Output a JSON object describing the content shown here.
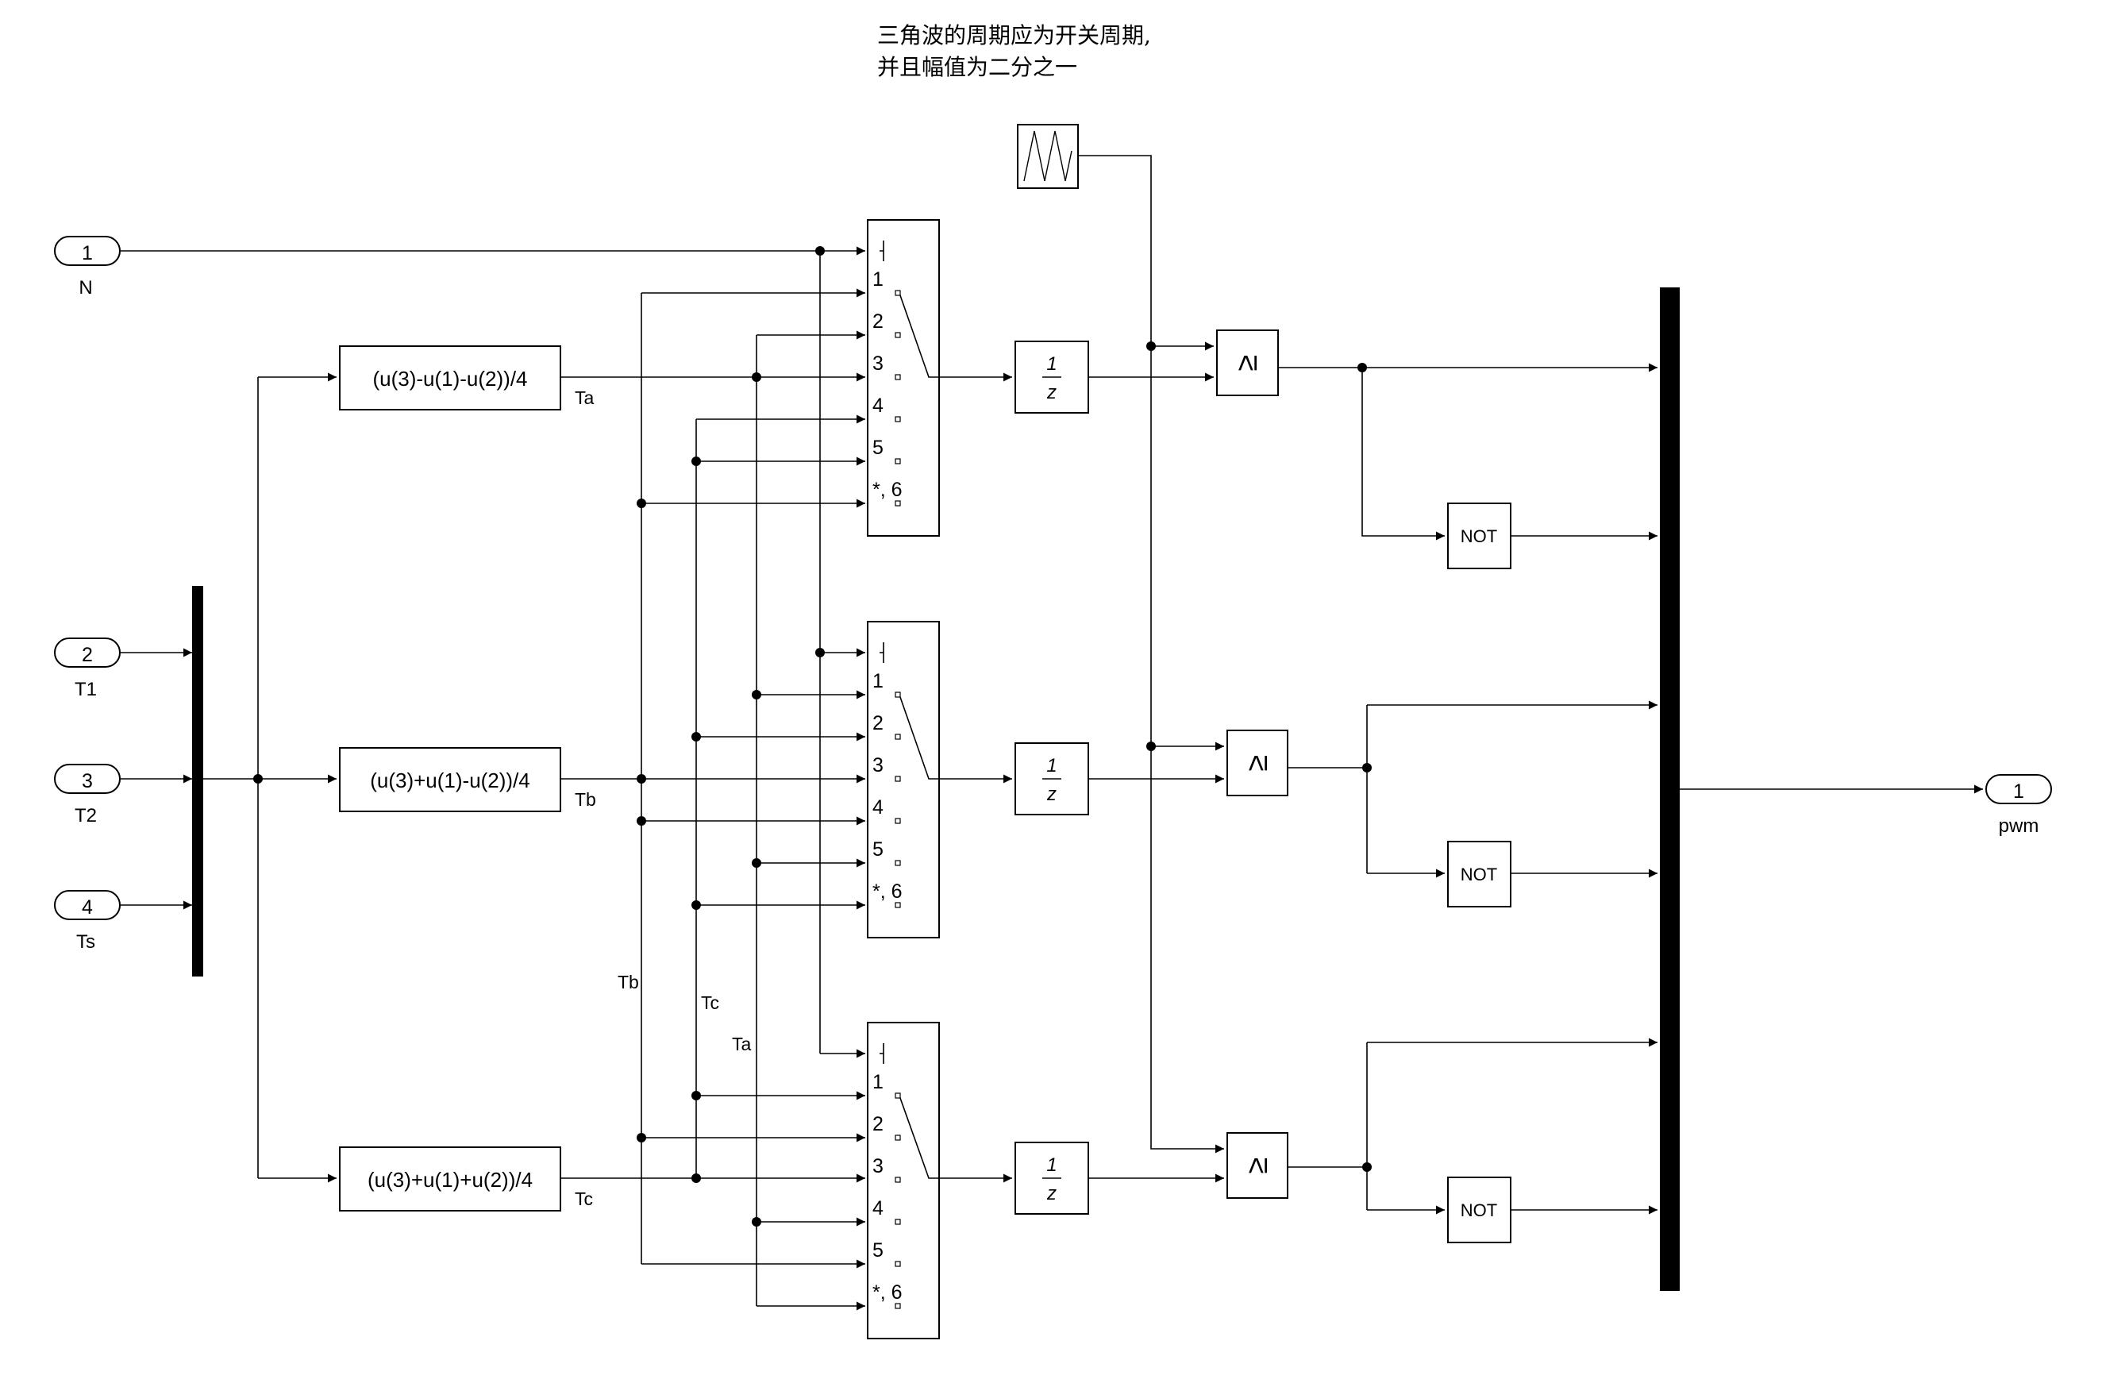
{
  "annotation": {
    "line1": "三角波的周期应为开关周期,",
    "line2": "并且幅值为二分之一"
  },
  "inports": [
    {
      "num": "1",
      "name": "N"
    },
    {
      "num": "2",
      "name": "T1"
    },
    {
      "num": "3",
      "name": "T2"
    },
    {
      "num": "4",
      "name": "Ts"
    }
  ],
  "outport": {
    "num": "1",
    "name": "pwm"
  },
  "fcn_blocks": [
    {
      "expr": "(u(3)-u(1)-u(2))/4",
      "signal": "Ta"
    },
    {
      "expr": "(u(3)+u(1)-u(2))/4",
      "signal": "Tb"
    },
    {
      "expr": "(u(3)+u(1)+u(2))/4",
      "signal": "Tc"
    }
  ],
  "switch_ports": [
    "1",
    "2",
    "3",
    "4",
    "5",
    "*, 6"
  ],
  "delay": {
    "num": "1",
    "den": "z"
  },
  "relational_op": "≥",
  "not_label": "NOT",
  "bus_labels": [
    "Tb",
    "Tc",
    "Ta"
  ]
}
